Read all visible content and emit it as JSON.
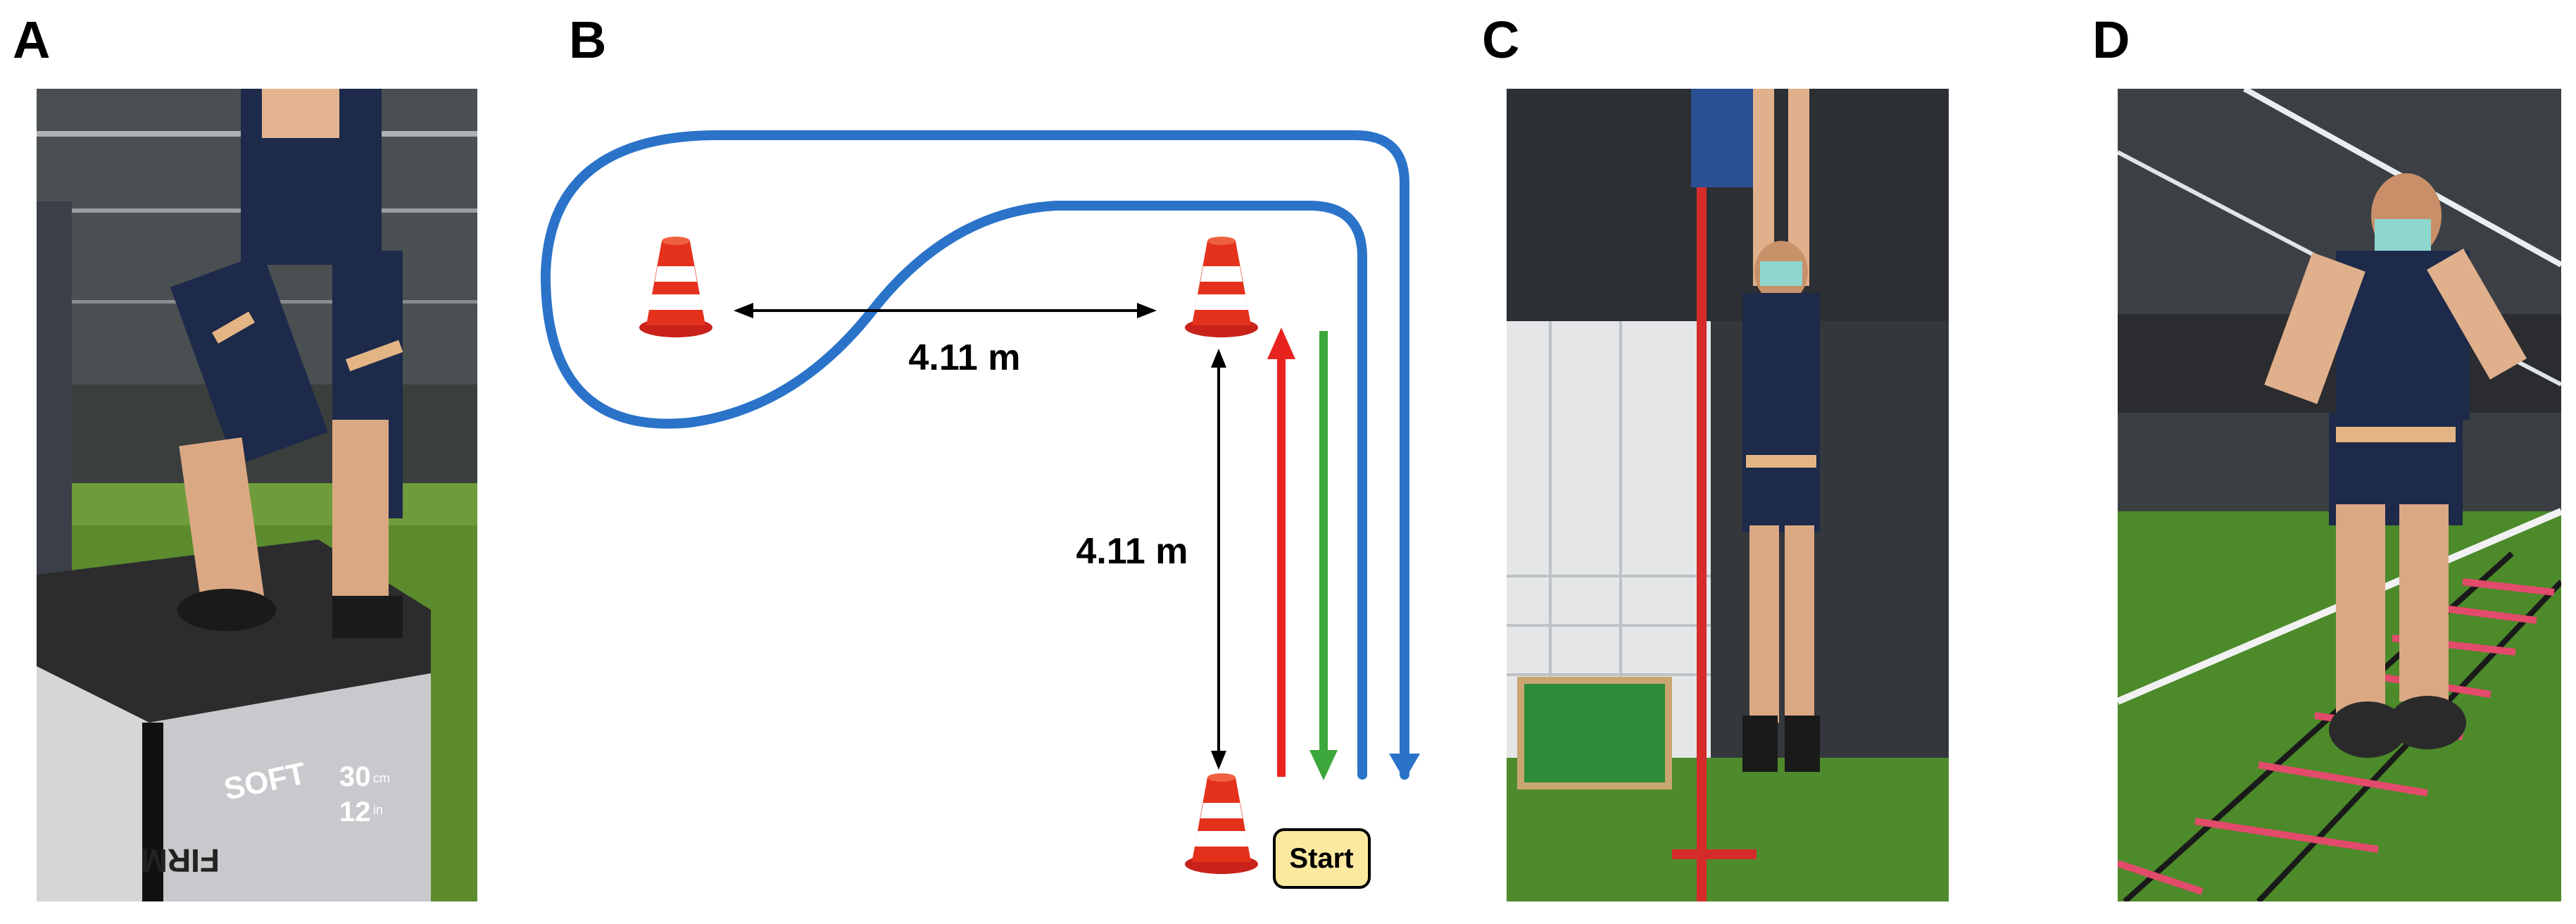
{
  "panels": {
    "a": {
      "letter": "A"
    },
    "b": {
      "letter": "B"
    },
    "c": {
      "letter": "C"
    },
    "d": {
      "letter": "D"
    }
  },
  "photo_a": {
    "box_label_soft": "SOFT",
    "box_label_firm": "FIRM",
    "box_label_cm": "30",
    "box_label_cm_unit": "cm",
    "box_label_in": "12",
    "box_label_in_unit": "in"
  },
  "diagram_b": {
    "horizontal_distance": "4.11 m",
    "vertical_distance": "4.11 m",
    "start_label": "Start",
    "colors": {
      "path_blue": "#2a73c9",
      "arrow_red": "#e8231f",
      "arrow_green": "#3ca73a",
      "start_fill": "#fbe9a0",
      "cone_orange": "#e3311c"
    }
  }
}
